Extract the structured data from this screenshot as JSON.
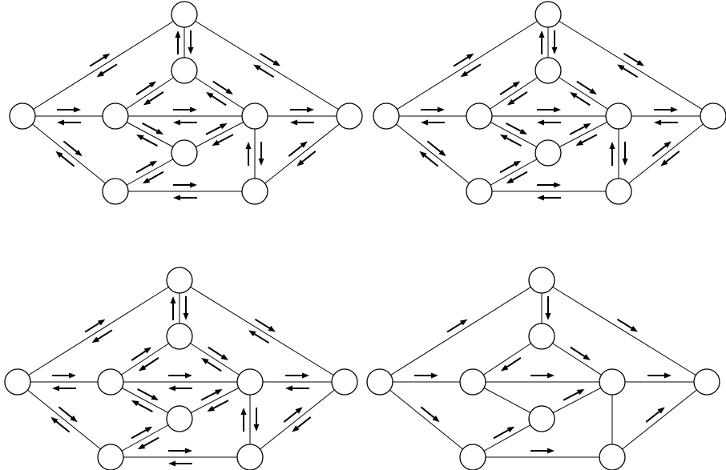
{
  "colors": {
    "stroke": "#000000",
    "background": "#ffffff"
  },
  "graph": {
    "nodes": [
      "top",
      "left",
      "upper-mid",
      "center-left",
      "center-right",
      "lower-mid",
      "bottom-left",
      "bottom-right",
      "right"
    ],
    "edges": [
      [
        "top",
        "left"
      ],
      [
        "top",
        "upper-mid"
      ],
      [
        "top",
        "right"
      ],
      [
        "left",
        "center-left"
      ],
      [
        "left",
        "bottom-left"
      ],
      [
        "upper-mid",
        "center-left"
      ],
      [
        "upper-mid",
        "center-right"
      ],
      [
        "center-left",
        "center-right"
      ],
      [
        "center-left",
        "lower-mid"
      ],
      [
        "center-right",
        "right"
      ],
      [
        "center-right",
        "lower-mid"
      ],
      [
        "center-right",
        "bottom-right"
      ],
      [
        "lower-mid",
        "bottom-left"
      ],
      [
        "bottom-left",
        "bottom-right"
      ],
      [
        "bottom-right",
        "right"
      ]
    ]
  },
  "panels": [
    {
      "name": "panel-top-left",
      "flows": [
        [
          "top",
          "left"
        ],
        [
          "left",
          "top"
        ],
        [
          "top",
          "upper-mid"
        ],
        [
          "upper-mid",
          "top"
        ],
        [
          "top",
          "right"
        ],
        [
          "right",
          "top"
        ],
        [
          "left",
          "center-left"
        ],
        [
          "center-left",
          "left"
        ],
        [
          "upper-mid",
          "center-left"
        ],
        [
          "center-left",
          "upper-mid"
        ],
        [
          "upper-mid",
          "center-right"
        ],
        [
          "center-right",
          "upper-mid"
        ],
        [
          "center-left",
          "center-right"
        ],
        [
          "center-right",
          "center-left"
        ],
        [
          "center-right",
          "right"
        ],
        [
          "right",
          "center-right"
        ],
        [
          "center-left",
          "lower-mid"
        ],
        [
          "lower-mid",
          "center-left"
        ],
        [
          "lower-mid",
          "center-right"
        ],
        [
          "center-right",
          "lower-mid"
        ],
        [
          "center-right",
          "bottom-right"
        ],
        [
          "bottom-right",
          "center-right"
        ],
        [
          "right",
          "bottom-right"
        ],
        [
          "bottom-right",
          "right"
        ],
        [
          "left",
          "bottom-left"
        ],
        [
          "bottom-left",
          "left"
        ],
        [
          "bottom-left",
          "lower-mid"
        ],
        [
          "lower-mid",
          "bottom-left"
        ],
        [
          "bottom-left",
          "bottom-right"
        ],
        [
          "bottom-right",
          "bottom-left"
        ]
      ]
    },
    {
      "name": "panel-top-right",
      "flows": [
        [
          "top",
          "left"
        ],
        [
          "left",
          "top"
        ],
        [
          "top",
          "upper-mid"
        ],
        [
          "upper-mid",
          "top"
        ],
        [
          "top",
          "right"
        ],
        [
          "right",
          "top"
        ],
        [
          "left",
          "center-left"
        ],
        [
          "center-left",
          "left"
        ],
        [
          "upper-mid",
          "center-left"
        ],
        [
          "center-left",
          "upper-mid"
        ],
        [
          "upper-mid",
          "center-right"
        ],
        [
          "center-right",
          "upper-mid"
        ],
        [
          "center-left",
          "center-right"
        ],
        [
          "center-right",
          "center-left"
        ],
        [
          "center-right",
          "right"
        ],
        [
          "right",
          "center-right"
        ],
        [
          "center-left",
          "lower-mid"
        ],
        [
          "lower-mid",
          "center-left"
        ],
        [
          "lower-mid",
          "center-right"
        ],
        [
          "center-right",
          "lower-mid"
        ],
        [
          "center-right",
          "bottom-right"
        ],
        [
          "bottom-right",
          "center-right"
        ],
        [
          "right",
          "bottom-right"
        ],
        [
          "bottom-right",
          "right"
        ],
        [
          "left",
          "bottom-left"
        ],
        [
          "bottom-left",
          "left"
        ],
        [
          "bottom-left",
          "lower-mid"
        ],
        [
          "lower-mid",
          "bottom-left"
        ],
        [
          "bottom-left",
          "bottom-right"
        ],
        [
          "bottom-right",
          "bottom-left"
        ]
      ]
    },
    {
      "name": "panel-bottom-left",
      "flows": [
        [
          "top",
          "left"
        ],
        [
          "left",
          "top"
        ],
        [
          "top",
          "upper-mid"
        ],
        [
          "upper-mid",
          "top"
        ],
        [
          "top",
          "right"
        ],
        [
          "right",
          "top"
        ],
        [
          "left",
          "center-left"
        ],
        [
          "center-left",
          "left"
        ],
        [
          "upper-mid",
          "center-left"
        ],
        [
          "center-left",
          "upper-mid"
        ],
        [
          "upper-mid",
          "center-right"
        ],
        [
          "center-right",
          "upper-mid"
        ],
        [
          "center-left",
          "center-right"
        ],
        [
          "center-right",
          "center-left"
        ],
        [
          "center-right",
          "right"
        ],
        [
          "right",
          "center-right"
        ],
        [
          "center-left",
          "lower-mid"
        ],
        [
          "lower-mid",
          "center-left"
        ],
        [
          "lower-mid",
          "center-right"
        ],
        [
          "center-right",
          "lower-mid"
        ],
        [
          "center-right",
          "bottom-right"
        ],
        [
          "bottom-right",
          "center-right"
        ],
        [
          "right",
          "bottom-right"
        ],
        [
          "bottom-right",
          "right"
        ],
        [
          "left",
          "bottom-left"
        ],
        [
          "bottom-left",
          "left"
        ],
        [
          "bottom-left",
          "lower-mid"
        ],
        [
          "lower-mid",
          "bottom-left"
        ],
        [
          "bottom-left",
          "bottom-right"
        ],
        [
          "bottom-right",
          "bottom-left"
        ]
      ]
    },
    {
      "name": "panel-bottom-right",
      "flows": [
        [
          "left",
          "top"
        ],
        [
          "top",
          "upper-mid"
        ],
        [
          "top",
          "right"
        ],
        [
          "left",
          "center-left"
        ],
        [
          "upper-mid",
          "center-left"
        ],
        [
          "upper-mid",
          "center-right"
        ],
        [
          "center-left",
          "center-right"
        ],
        [
          "center-right",
          "right"
        ],
        [
          "lower-mid",
          "center-right"
        ],
        [
          "left",
          "bottom-left"
        ],
        [
          "bottom-left",
          "lower-mid"
        ],
        [
          "bottom-left",
          "bottom-right"
        ],
        [
          "bottom-right",
          "right"
        ]
      ]
    }
  ]
}
